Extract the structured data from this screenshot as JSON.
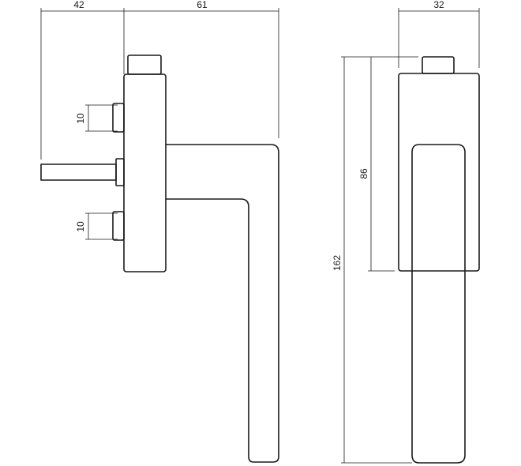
{
  "dimensions": {
    "rose_projection": "42",
    "handle_reach": "61",
    "screw_spacing_top": "10",
    "screw_spacing_bottom": "10",
    "rose_width": "32",
    "rose_height": "86",
    "total_height": "162"
  },
  "colors": {
    "line": "#1a1a1a",
    "background": "#ffffff"
  }
}
